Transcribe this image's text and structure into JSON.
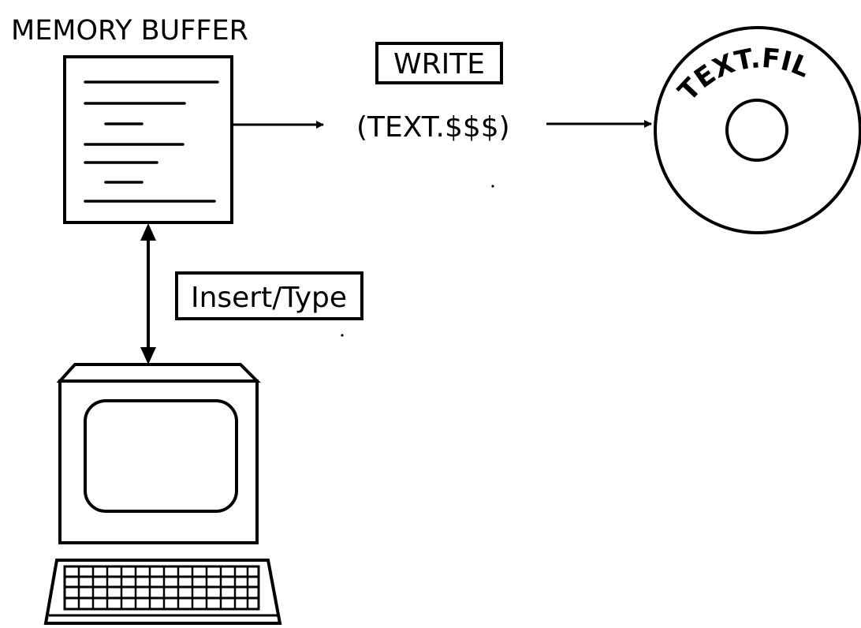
{
  "buffer": {
    "title": "MEMORY BUFFER"
  },
  "write": {
    "label": "WRITE",
    "temp_file": "(TEXT.$$$)"
  },
  "disk": {
    "file_label": "TEXT.FIL"
  },
  "insert": {
    "label": "Insert/Type"
  },
  "colors": {
    "ink": "#000000",
    "paper": "#ffffff"
  },
  "icons": [
    "document-icon",
    "arrow-icon",
    "disk-icon",
    "terminal-icon",
    "keyboard-icon"
  ]
}
